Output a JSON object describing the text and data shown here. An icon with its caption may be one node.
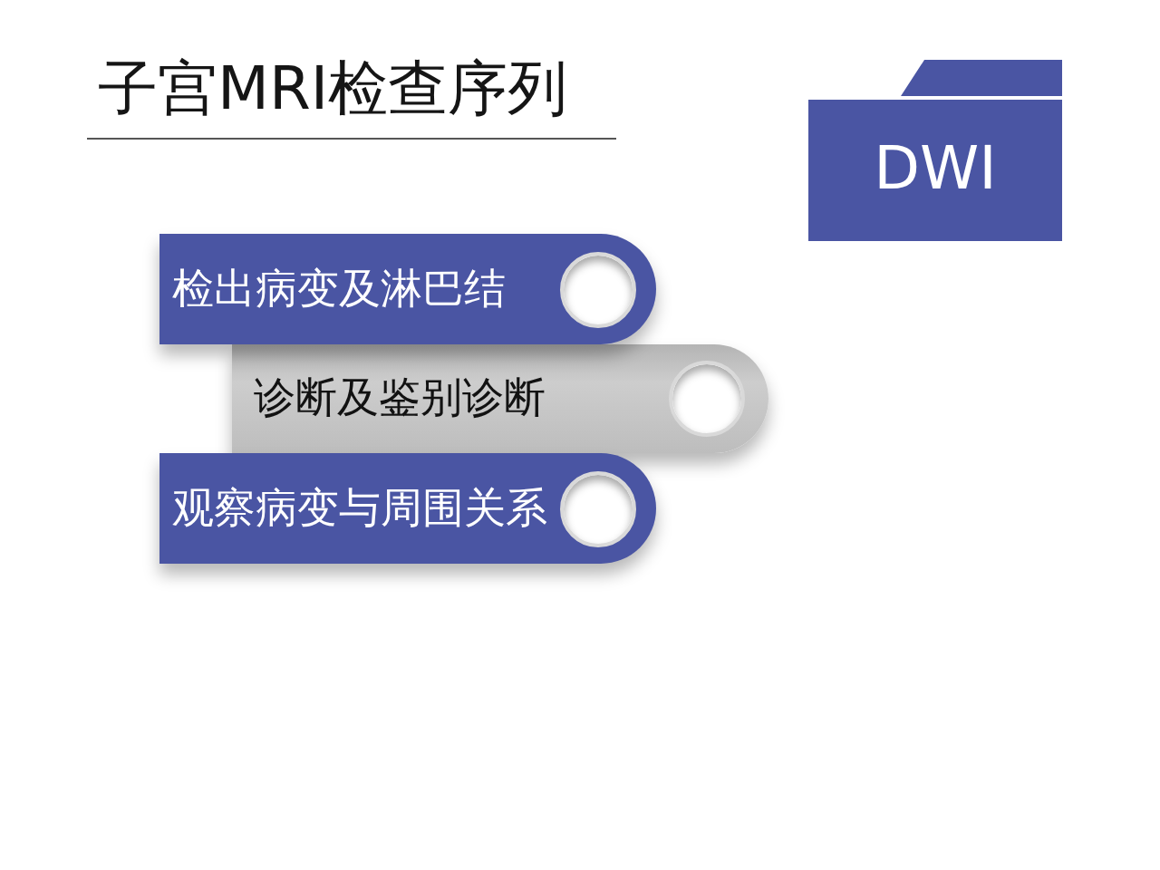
{
  "diagram": {
    "title": "子宫MRI检查序列",
    "nodes": [
      {
        "text": [
          "DWI"
        ]
      },
      {
        "text": [
          "检出病变及淋巴结"
        ]
      },
      {
        "text": [
          "诊断及鉴别诊断"
        ]
      },
      {
        "text": [
          "观察病变与周围关系"
        ]
      }
    ]
  }
}
